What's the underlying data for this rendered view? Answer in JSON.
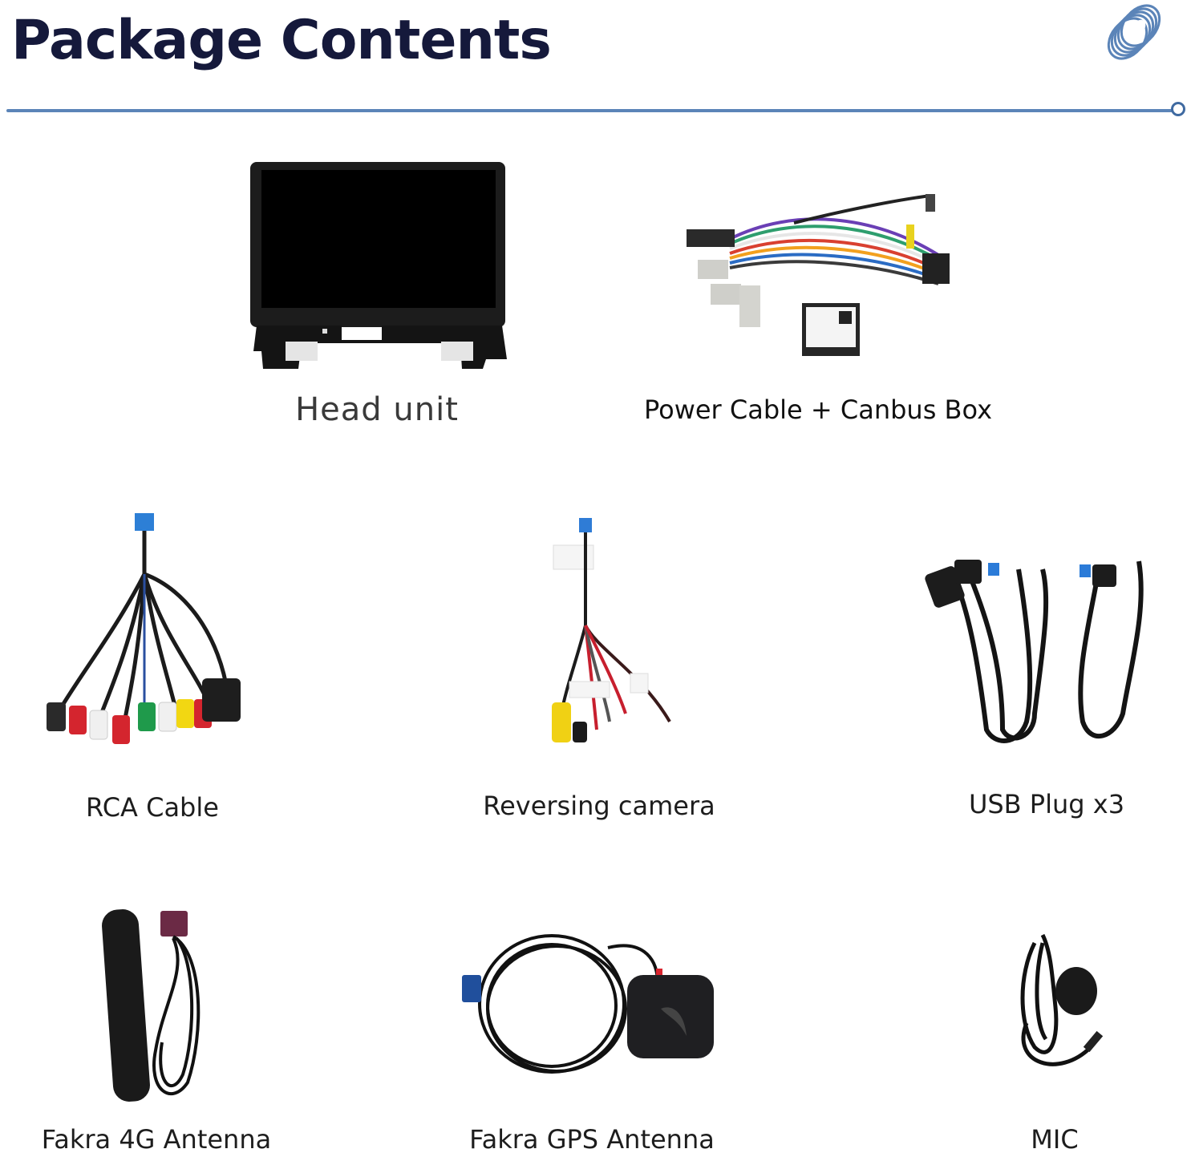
{
  "header": {
    "title": "Package Contents",
    "accent_color": "#5b84b8",
    "title_color": "#15193b",
    "decor_icon": "coil-spring-icon"
  },
  "items": [
    {
      "label": "Head unit",
      "icon": "head-unit-image"
    },
    {
      "label": "Power Cable + Canbus Box",
      "icon": "power-cable-canbus-image"
    },
    {
      "label": "RCA Cable",
      "icon": "rca-cable-image"
    },
    {
      "label": "Reversing camera",
      "icon": "reversing-camera-cable-image"
    },
    {
      "label": "USB Plug x3",
      "icon": "usb-plug-image"
    },
    {
      "label": "Fakra 4G Antenna",
      "icon": "fakra-4g-antenna-image"
    },
    {
      "label": "Fakra GPS Antenna",
      "icon": "fakra-gps-antenna-image"
    },
    {
      "label": "MIC",
      "icon": "microphone-image"
    }
  ]
}
